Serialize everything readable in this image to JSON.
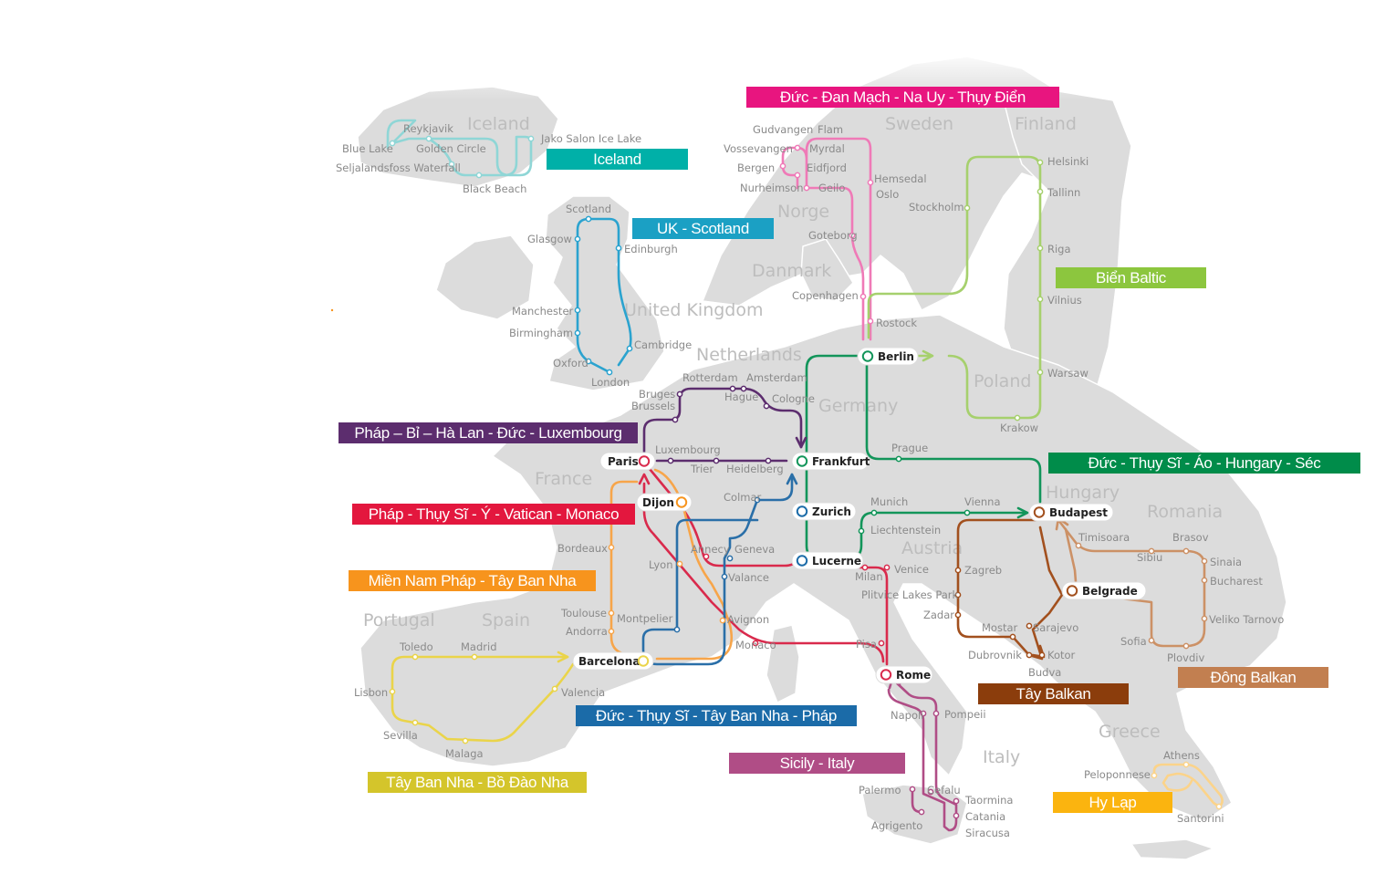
{
  "countries": {
    "iceland": "Iceland",
    "sweden": "Sweden",
    "finland": "Finland",
    "norge": "Norge",
    "danmark": "Danmark",
    "uk": "United Kingdom",
    "netherlands": "Netherlands",
    "poland": "Poland",
    "germany": "Germany",
    "france": "France",
    "hungary": "Hungary",
    "romania": "Romania",
    "austria": "Austria",
    "portugal": "Portugal",
    "spain": "Spain",
    "italy": "Italy",
    "greece": "Greece"
  },
  "cities": {
    "reykjavik": "Reykjavik",
    "blue_lake": "Blue Lake",
    "golden_circle": "Golden Circle",
    "seljalandsfoss": "Seljalandsfoss Waterfall",
    "jako": "Jako Salon Ice Lake",
    "black_beach": "Black Beach",
    "gudvangen": "Gudvangen",
    "flam": "Flam",
    "vossevangen": "Vossevangen",
    "myrdal": "Myrdal",
    "bergen": "Bergen",
    "eidfjord": "Eidfjord",
    "hemsedal": "Hemsedal",
    "nurheimson": "Nurheimson",
    "geilo": "Geilo",
    "oslo": "Oslo",
    "stockholm": "Stockholm",
    "helsinki": "Helsinki",
    "tallinn": "Tallinn",
    "riga": "Riga",
    "vilnius": "Vilnius",
    "warsaw": "Warsaw",
    "krakow": "Krakow",
    "goteborg": "Goteborg",
    "copenhagen": "Copenhagen",
    "rostock": "Rostock",
    "scotland": "Scotland",
    "glasgow": "Glasgow",
    "edinburgh": "Edinburgh",
    "manchester": "Manchester",
    "birmingham": "Birmingham",
    "cambridge": "Cambridge",
    "oxford": "Oxford",
    "london": "London",
    "rotterdam": "Rotterdam",
    "amsterdam": "Amsterdam",
    "bruges": "Bruges",
    "hague": "Hague",
    "brussels": "Brussels",
    "cologne": "Cologne",
    "luxembourg": "Luxembourg",
    "trier": "Trier",
    "heidelberg": "Heidelberg",
    "prague": "Prague",
    "colmar": "Colmar",
    "munich": "Munich",
    "vienna": "Vienna",
    "liechtenstein": "Liechtenstein",
    "annecy": "Annecy",
    "geneva": "Geneva",
    "lyon": "Lyon",
    "valance": "Valance",
    "milan": "Milan",
    "venice": "Venice",
    "bordeaux": "Bordeaux",
    "plitvice": "Plitvice Lakes Park",
    "zagreb": "Zagreb",
    "timisoara": "Timisoara",
    "brasov": "Brasov",
    "sibiu": "Sibiu",
    "sinaia": "Sinaia",
    "bucharest": "Bucharest",
    "zadar": "Zadar",
    "toulouse": "Toulouse",
    "montpelier": "Montpelier",
    "andorra": "Andorra",
    "avignon": "Avignon",
    "monaco": "Monaco",
    "mostar": "Mostar",
    "sarajevo": "Sarajevo",
    "veliko": "Veliko Tarnovo",
    "toledo": "Toledo",
    "madrid": "Madrid",
    "pisa": "Pisa",
    "dubrovnik": "Dubrovnik",
    "kotor": "Kotor",
    "sofia": "Sofia",
    "plovdiv": "Plovdiv",
    "budva": "Budva",
    "lisbon": "Lisbon",
    "valencia": "Valencia",
    "napoli": "Napoli",
    "pompeii": "Pompeii",
    "sevilla": "Sevilla",
    "malaga": "Malaga",
    "athens": "Athens",
    "peloponnese": "Peloponnese",
    "palermo": "Palermo",
    "cefalu": "Cefalu",
    "taormina": "Taormina",
    "catania": "Catania",
    "agrigento": "Agrigento",
    "siracusa": "Siracusa",
    "santorini": "Santorini"
  },
  "hubs": {
    "berlin": "Berlin",
    "paris": "Paris",
    "frankfurt": "Frankfurt",
    "dijon": "Dijon",
    "zurich": "Zurich",
    "budapest": "Budapest",
    "lucerne": "Lucerne",
    "belgrade": "Belgrade",
    "barcelona": "Barcelona",
    "rome": "Rome"
  },
  "routes": {
    "nordic": {
      "label": "Đức - Đan Mạch - Na Uy - Thụy Điển",
      "color": "#e8157f"
    },
    "iceland": {
      "label": "Iceland",
      "color": "#00b0a8"
    },
    "uk": {
      "label": "UK - Scotland",
      "color": "#1ba0c4"
    },
    "baltic": {
      "label": "Biển Baltic",
      "color": "#8cc63e"
    },
    "benelux": {
      "label": "Pháp – Bỉ – Hà Lan - Đức - Luxembourg",
      "color": "#5c2d6e"
    },
    "central": {
      "label": "Đức - Thụy Sĩ - Áo - Hungary - Séc",
      "color": "#008c4a"
    },
    "italy_monaco": {
      "label": "Pháp - Thụy Sĩ - Ý - Vatican - Monaco",
      "color": "#e3173e"
    },
    "south_france": {
      "label": "Miền Nam Pháp - Tây Ban Nha",
      "color": "#f7941d"
    },
    "iberia": {
      "label": "Tây Ban Nha - Bồ Đào Nha",
      "color": "#d4c52b"
    },
    "swiss_spain": {
      "label": "Đức - Thụy Sĩ - Tây Ban Nha - Pháp",
      "color": "#1b6ba8"
    },
    "sicily": {
      "label": "Sicily - Italy",
      "color": "#b04d86"
    },
    "west_balkan": {
      "label": "Tây Balkan",
      "color": "#8b3d0c"
    },
    "east_balkan": {
      "label": "Đông Balkan",
      "color": "#c27f50"
    },
    "greece": {
      "label": "Hy Lạp",
      "color": "#fbb40f"
    }
  }
}
